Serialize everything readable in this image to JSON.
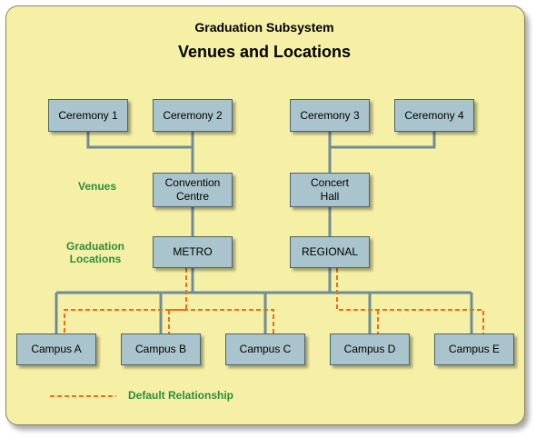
{
  "titles": {
    "subsystem": "Graduation Subsystem",
    "main": "Venues and Locations"
  },
  "labels": {
    "venues": "Venues",
    "graduation_locations": "Graduation Locations",
    "default_relationship": "Default Relationship"
  },
  "ceremonies": [
    "Ceremony 1",
    "Ceremony 2",
    "Ceremony 3",
    "Ceremony 4"
  ],
  "venues": [
    "Convention Centre",
    "Concert Hall"
  ],
  "locations": [
    "METRO",
    "REGIONAL"
  ],
  "campuses": [
    "Campus A",
    "Campus B",
    "Campus C",
    "Campus D",
    "Campus E"
  ],
  "colors": {
    "panel": "#f6f0a6",
    "node": "#a9c4cc",
    "connector": "#6f8c99",
    "default_relationship": "#e8701a",
    "label": "#2e8b3a"
  }
}
